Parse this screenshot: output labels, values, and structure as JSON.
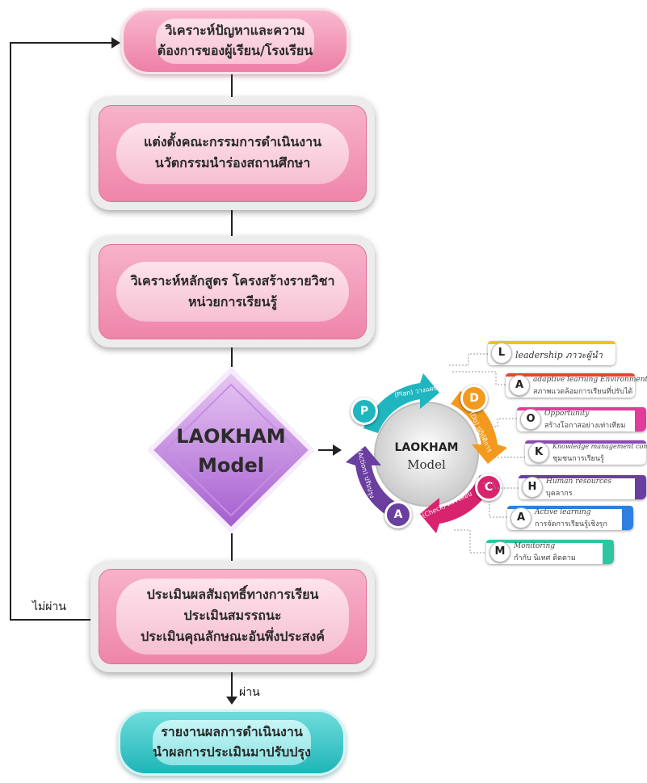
{
  "flow": {
    "step1": {
      "line1": "วิเคราะห์ปัญหาและความ",
      "line2": "ต้องการของผู้เรียน/โรงเรียน"
    },
    "step2": {
      "line1": "แต่งตั้งคณะกรรมการดำเนินงาน",
      "line2": "นวัตกรรมนำร่องสถานศึกษา"
    },
    "step3": {
      "line1": "วิเคราะห์หลักสูตร โครงสร้างรายวิชา",
      "line2": "หน่วยการเรียนรู้"
    },
    "model": {
      "line1": "LAOKHAM",
      "line2": "Model"
    },
    "step4": {
      "line1": "ประเมินผลสัมฤทธิ์ทางการเรียน",
      "line2": "ประเมินสมรรถนะ",
      "line3": "ประเมินคุณลักษณะอันพึ่งประสงค์"
    },
    "step5": {
      "line1": "รายงานผลการดำเนินงาน",
      "line2": "นำผลการประเมินมาปรับปรุง"
    },
    "fail_label": "ไม่ผ่าน",
    "pass_label": "ผ่าน"
  },
  "cycle": {
    "center_title": "LAOKHAM",
    "center_sub": "Model",
    "nodes": [
      {
        "letter": "P",
        "label": "(Plan) วางแผน",
        "color": "#1fb6bf"
      },
      {
        "letter": "D",
        "label": "(Do) ปฏิบัติการ",
        "color": "#f39a1e"
      },
      {
        "letter": "C",
        "label": "(Check) ตรวจสอบ",
        "color": "#d8236f"
      },
      {
        "letter": "A",
        "label": "(Action) ปรับปรุง",
        "color": "#6a3fa0"
      }
    ]
  },
  "tags": [
    {
      "letter": "L",
      "text": "leadership ภาวะผู้นำ",
      "color": "#f4c21a"
    },
    {
      "letter": "A",
      "text": "adaptive learning Environment",
      "sub": "สภาพแวดล้อมการเรียนที่ปรับได้",
      "color": "#e8452a"
    },
    {
      "letter": "O",
      "text": "Opportunity",
      "sub": "สร้างโอกาสอย่างเท่าเทียม",
      "color": "#e23b9a"
    },
    {
      "letter": "K",
      "text": "Knowledge management community",
      "sub": "ชุมชนการเรียนรู้",
      "color": "#8a4bb3"
    },
    {
      "letter": "H",
      "text": "Human resources",
      "sub": "บุคลากร",
      "color": "#6a3fa0"
    },
    {
      "letter": "A",
      "text": "Active learning",
      "sub": "การจัดการเรียนรู้เชิงรุก",
      "color": "#2e7fe0"
    },
    {
      "letter": "M",
      "text": "Monitoring",
      "sub": "กำกับ นิเทศ ติดตาม",
      "color": "#2ec6a0"
    }
  ],
  "colors": {
    "pink": "#ef85aa",
    "teal": "#1fb5b8",
    "diamond": "#b06cd6"
  }
}
